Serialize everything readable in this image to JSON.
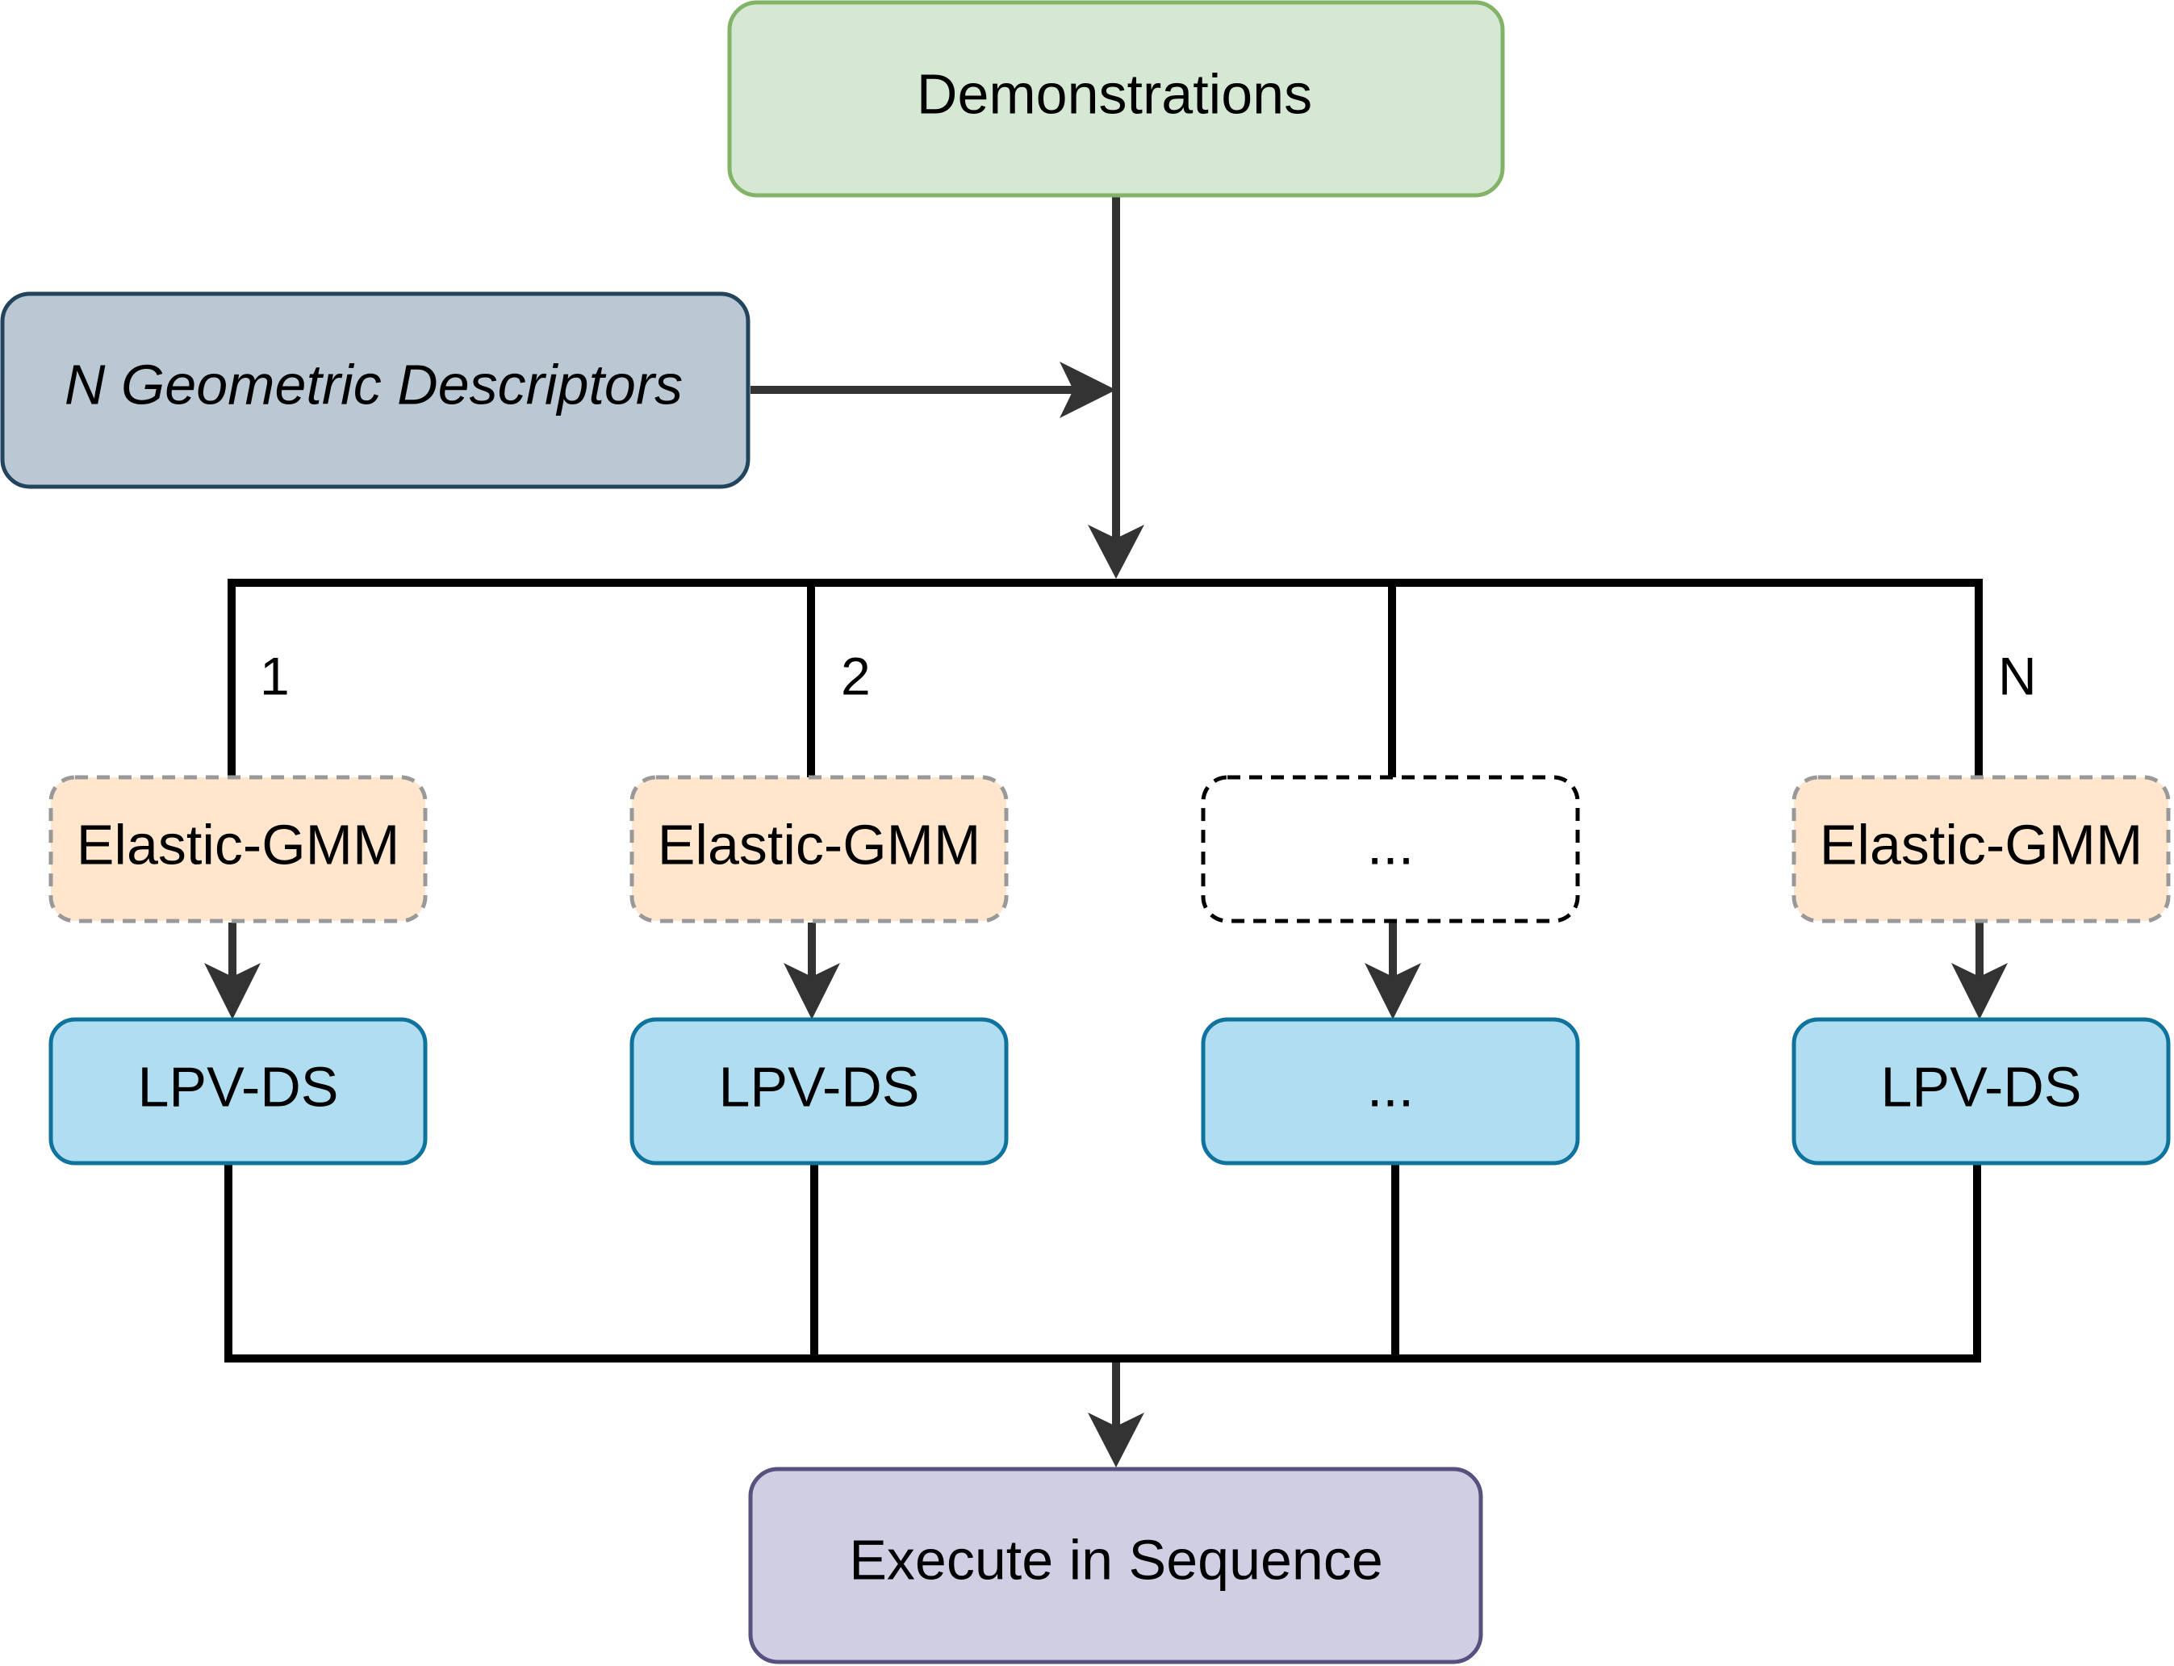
{
  "nodes": {
    "demonstrations": {
      "label": "Demonstrations",
      "fill": "#d5e8d4",
      "stroke": "#82b366"
    },
    "descriptors": {
      "label": "N Geometric Descriptors",
      "fill": "#bac8d3",
      "stroke": "#23445d"
    },
    "execute": {
      "label": "Execute in Sequence",
      "fill": "#d0cee2",
      "stroke": "#56517e"
    }
  },
  "branches": [
    {
      "index_label": "1",
      "upper": {
        "label": "Elastic-GMM",
        "style": "gmm"
      },
      "lower": {
        "label": "LPV-DS"
      }
    },
    {
      "index_label": "2",
      "upper": {
        "label": "Elastic-GMM",
        "style": "gmm"
      },
      "lower": {
        "label": "LPV-DS"
      }
    },
    {
      "index_label": "",
      "upper": {
        "label": "...",
        "style": "placeholder"
      },
      "lower": {
        "label": "..."
      }
    },
    {
      "index_label": "N",
      "upper": {
        "label": "Elastic-GMM",
        "style": "gmm"
      },
      "lower": {
        "label": "LPV-DS"
      }
    }
  ],
  "colors": {
    "gmm_fill": "#ffe6cc",
    "gmm_stroke": "#999999",
    "placeholder_fill": "#ffffff",
    "placeholder_stroke": "#000000",
    "lpv_fill": "#b1ddf0",
    "lpv_stroke": "#10739e",
    "bus_line": "#000000",
    "arrow": "#333333"
  }
}
